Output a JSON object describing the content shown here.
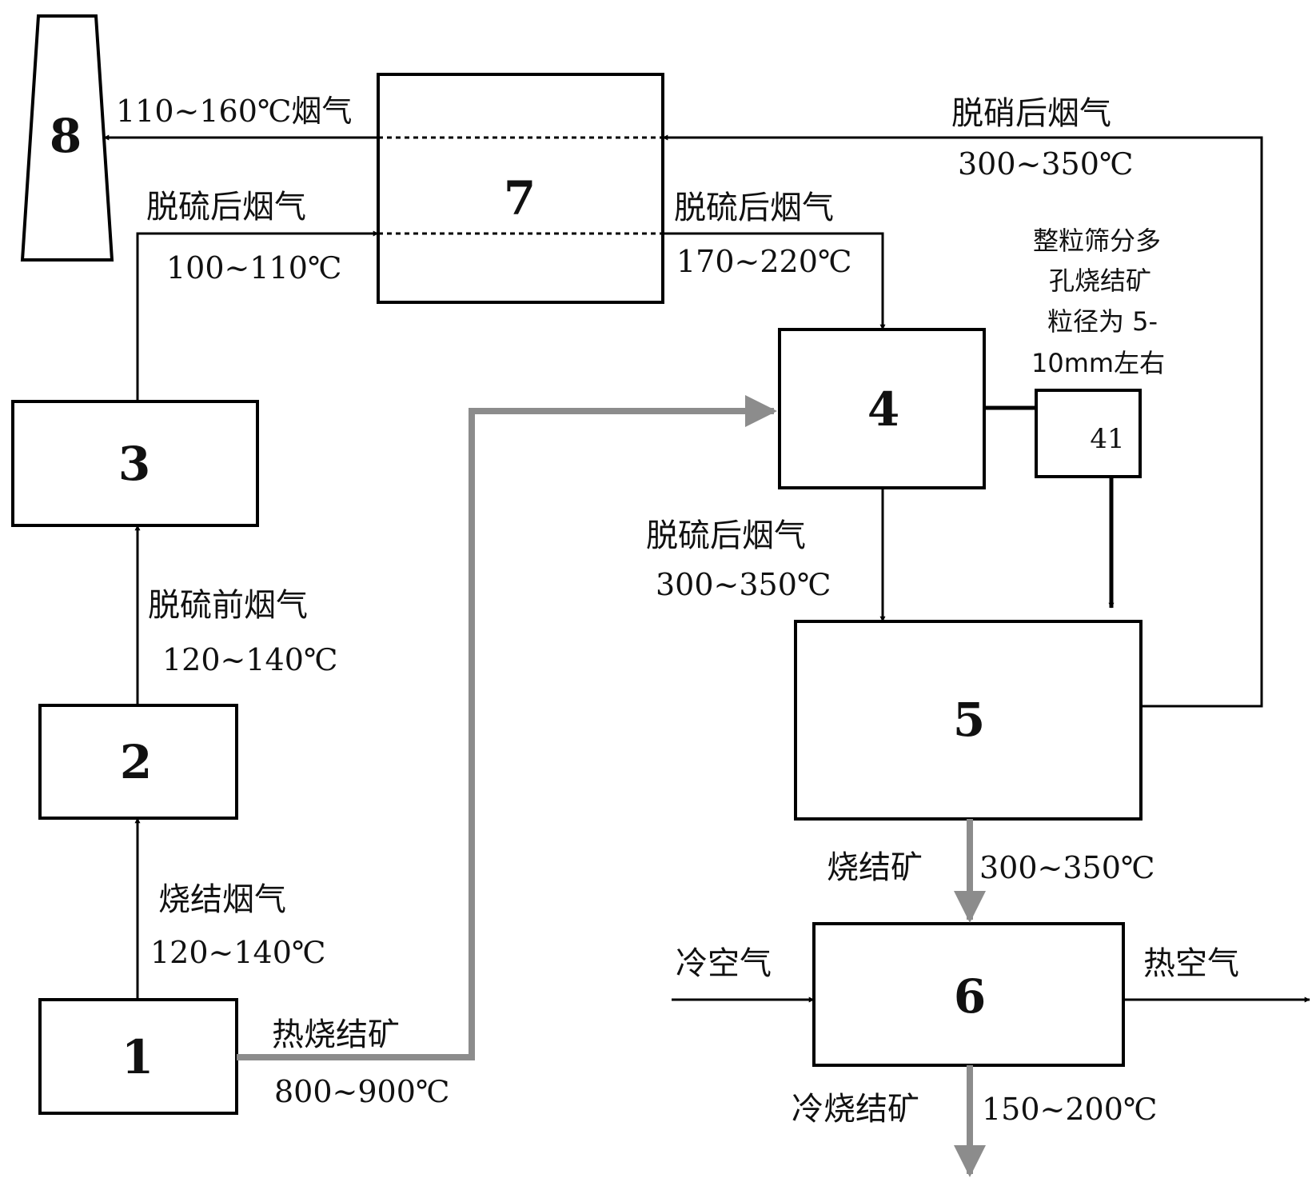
{
  "boxes": {
    "b1": "1",
    "b2": "2",
    "b3": "3",
    "b4": "4",
    "b41": "41",
    "b5": "5",
    "b6": "6",
    "b7": "7",
    "b8": "8"
  },
  "labels": {
    "chimney_gas": "110~160℃烟气",
    "denitr_gas": "脱硝后烟气",
    "denitr_temp": "300~350℃",
    "desulf_in7_label": "脱硫后烟气",
    "desulf_in7_temp": "100~110℃",
    "desulf_out7_label": "脱硫后烟气",
    "desulf_out7_temp": "170~220℃",
    "screen_note": [
      "整粒筛分多",
      "孔烧结矿",
      "粒径为 5-",
      "10mm左右"
    ],
    "desulf_to5_label": "脱硫后烟气",
    "desulf_to5_temp": "300~350℃",
    "pre_desulf_label": "脱硫前烟气",
    "pre_desulf_temp": "120~140℃",
    "sinter_gas_label": "烧结烟气",
    "sinter_gas_temp": "120~140℃",
    "hot_ore_label": "热烧结矿",
    "hot_ore_temp": "800~900℃",
    "ore_label": "烧结矿",
    "ore_temp": "300~350℃",
    "cold_air": "冷空气",
    "hot_air": "热空气",
    "cold_ore_label": "冷烧结矿",
    "cold_ore_temp": "150~200℃"
  },
  "colors": {
    "line": "#000000",
    "ore_flow": "#8c8c8c"
  }
}
